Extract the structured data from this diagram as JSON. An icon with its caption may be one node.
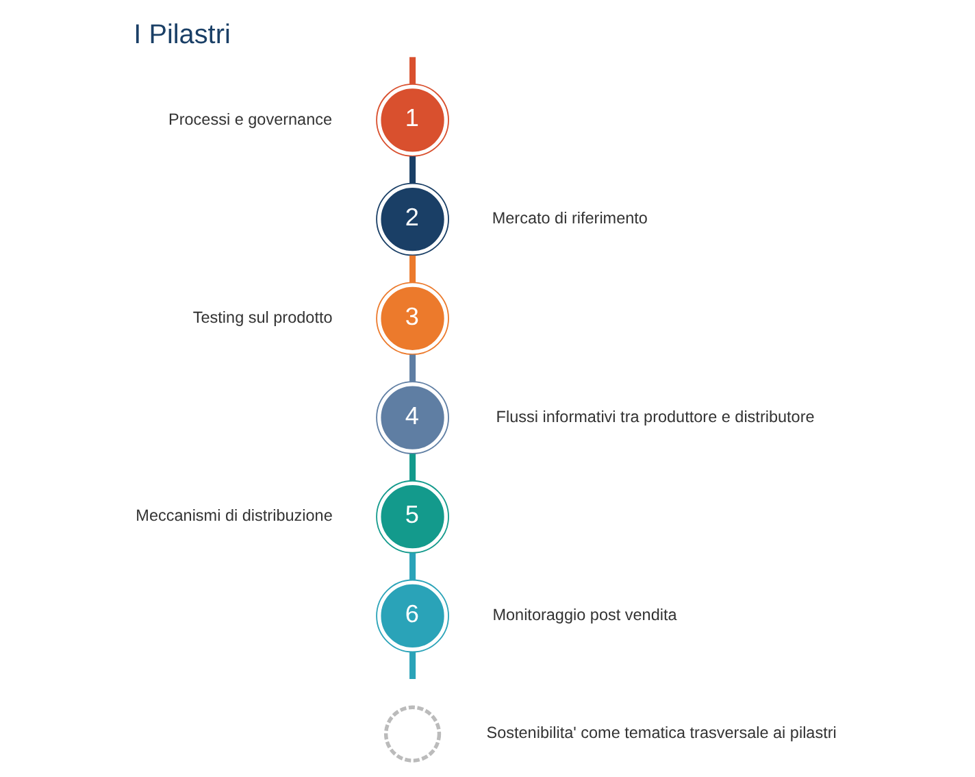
{
  "diagram": {
    "title": "I Pilastri",
    "nodes": [
      {
        "text": [
          "1"
        ],
        "beside": [
          "Processi e governance"
        ]
      },
      {
        "text": [
          "2"
        ],
        "beside": [
          "Mercato di riferimento"
        ]
      },
      {
        "text": [
          "3"
        ],
        "beside": [
          "Testing sul prodotto"
        ]
      },
      {
        "text": [
          "4"
        ],
        "beside": [
          "Flussi informativi tra produttore e distributore"
        ]
      },
      {
        "text": [
          "5"
        ],
        "beside": [
          "Meccanismi di distribuzione"
        ]
      },
      {
        "text": [
          "6"
        ],
        "beside": [
          "Monitoraggio post vendita"
        ]
      },
      {
        "text": [],
        "shape": "circle",
        "beside": [
          "Sostenibilita' come tematica trasversale ai pilastri"
        ]
      }
    ],
    "edges": [
      {
        "from": null,
        "to": 0,
        "arrow": "none",
        "color": "#d9502e"
      },
      {
        "from": 0,
        "to": 1,
        "arrow": "none",
        "color": "#1a3f66"
      },
      {
        "from": 1,
        "to": 2,
        "arrow": "none",
        "color": "#ec7a2c"
      },
      {
        "from": 2,
        "to": 3,
        "arrow": "none",
        "color": "#5f7ea3"
      },
      {
        "from": 3,
        "to": 4,
        "arrow": "none",
        "color": "#139a8c"
      },
      {
        "from": 4,
        "to": 5,
        "arrow": "none",
        "color": "#2aa3b8"
      },
      {
        "from": 5,
        "to": null,
        "arrow": "none",
        "color": "#2aa3b8"
      }
    ]
  }
}
